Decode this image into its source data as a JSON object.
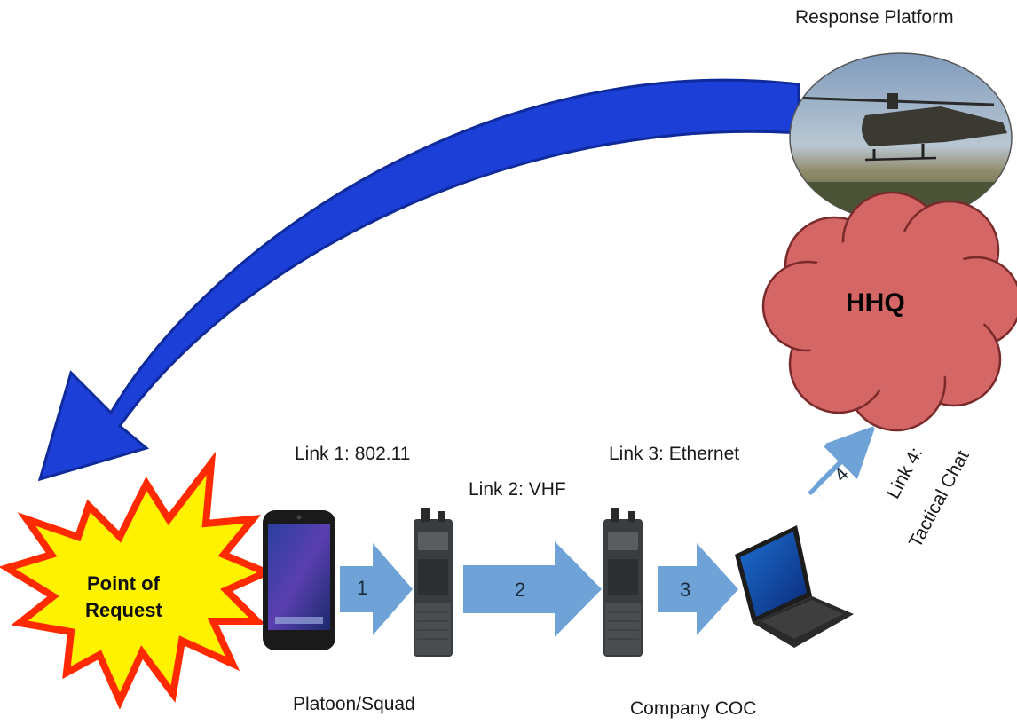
{
  "labels": {
    "response_platform": "Response Platform",
    "hhq": "HHQ",
    "point_of_request_line1": "Point of",
    "point_of_request_line2": "Request",
    "link1": "Link 1: 802.11",
    "link2": "Link 2: VHF",
    "link3": "Link 3: Ethernet",
    "link4_line1": "Link 4:",
    "link4_line2": "Tactical Chat",
    "platoon_squad": "Platoon/Squad",
    "company_coc": "Company COC"
  },
  "arrow_numbers": [
    "1",
    "2",
    "3",
    "4"
  ],
  "icons": [
    "helicopter-photo",
    "cloud-shape",
    "starburst-shape",
    "smartphone-icon",
    "radio-icon",
    "laptop-icon"
  ],
  "colors": {
    "curved_arrow": "#1c3fd8",
    "link_arrows": "#6fa3d8",
    "cloud_fill": "#d56666",
    "star_fill": "#fff200",
    "star_border": "#ff2a00"
  }
}
